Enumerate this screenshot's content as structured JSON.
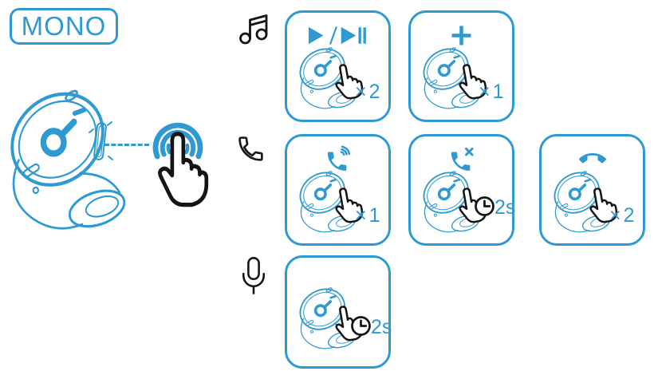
{
  "colors": {
    "accent": "#2F9AD2",
    "ink": "#141414"
  },
  "mode_badge": {
    "label": "MONO"
  },
  "illustration": {
    "earbud_icon": "earbud-outline-with-soundcore-logo",
    "gesture_icon": "tap-hand-with-ripples-icon",
    "connector": "dashed-line"
  },
  "rows": [
    {
      "category": "music",
      "icon": "music-notes-icon",
      "cells": [
        {
          "action_icon": "play-pause-icon",
          "taps_label": "×2"
        },
        {
          "action_icon": "plus-icon",
          "taps_label": "×1"
        }
      ]
    },
    {
      "category": "calls",
      "icon": "phone-handset-icon",
      "cells": [
        {
          "action_icon": "answer-call-icon",
          "taps_label": "×1"
        },
        {
          "action_icon": "reject-call-icon",
          "hold_icon": "clock-icon",
          "hold_label": "2s"
        },
        {
          "action_icon": "end-call-icon",
          "taps_label": "×2"
        }
      ]
    },
    {
      "category": "voice-assistant",
      "icon": "microphone-icon",
      "cells": [
        {
          "hold_icon": "clock-icon",
          "hold_label": "2s"
        }
      ]
    }
  ]
}
